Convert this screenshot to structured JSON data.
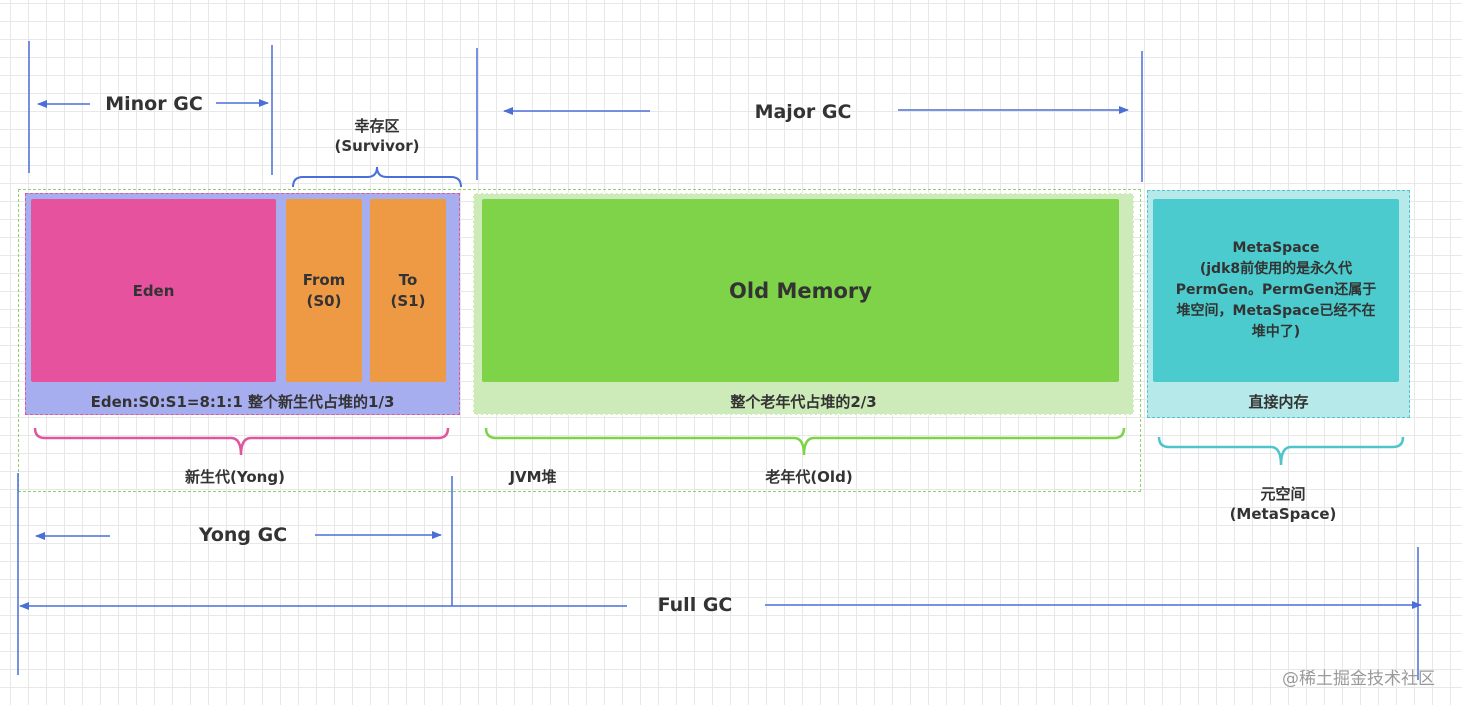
{
  "colors": {
    "arrow": "#4a6fd6",
    "jvm_heap_border": "#8fd36a",
    "young_bg": "#a7aef0",
    "young_border": "#e0559f",
    "eden": "#e7529f",
    "survivor": "#ee9a45",
    "old_bg": "#cdebb8",
    "old_memory": "#7ed348",
    "meta_bg": "#b6e9ea",
    "meta_border": "#4ec5cb",
    "meta_inner": "#4bcbcd",
    "young_brace": "#e0559f",
    "old_brace": "#7ed348",
    "meta_brace": "#4ec5cb",
    "survivor_brace": "#4a6fd6"
  },
  "gc_labels": {
    "minor_gc": "Minor GC",
    "major_gc": "Major GC",
    "yong_gc": "Yong GC",
    "full_gc": "Full GC"
  },
  "survivor_group": {
    "line1": "幸存区",
    "line2": "(Survivor)"
  },
  "young": {
    "eden": "Eden",
    "from_line1": "From",
    "from_line2": "(S0)",
    "to_line1": "To",
    "to_line2": "(S1)",
    "caption": "Eden:S0:S1=8:1:1  整个新生代占堆的1/3",
    "brace_label": "新生代(Yong)"
  },
  "old": {
    "memory": "Old Memory",
    "caption": "整个老年代占堆的2/3",
    "brace_label": "老年代(Old)"
  },
  "jvm_heap_label": "JVM堆",
  "meta": {
    "lines": [
      "MetaSpace",
      "(jdk8前使用的是永久代",
      "PermGen。PermGen还属于",
      "堆空间，MetaSpace已经不在",
      "堆中了)"
    ],
    "caption": "直接内存",
    "brace_line1": "元空间",
    "brace_line2": "(MetaSpace)"
  },
  "watermark": "@稀土掘金技术社区"
}
